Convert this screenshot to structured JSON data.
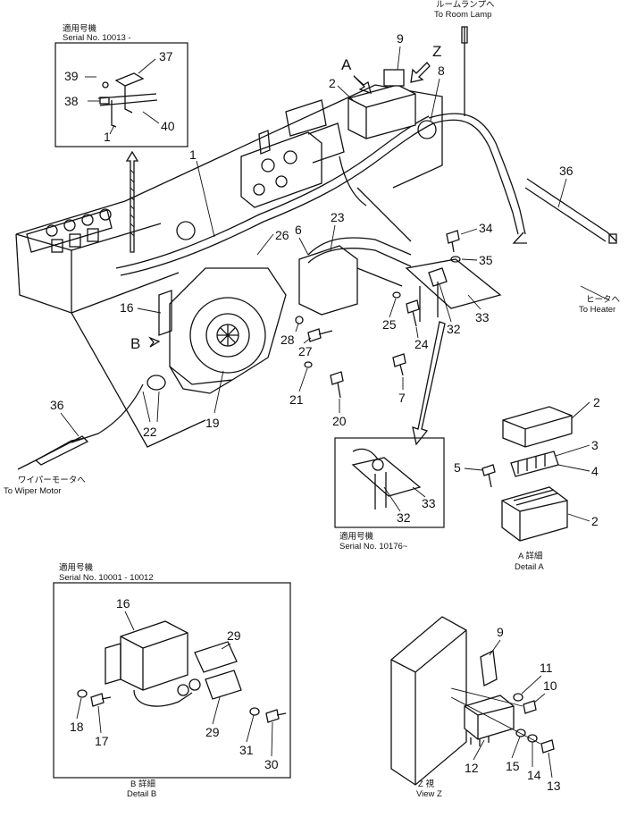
{
  "texts": {
    "serial_10013_jp": "適用号機",
    "serial_10013": "Serial No. 10013 -",
    "room_lamp_jp": "ルームランプへ",
    "room_lamp": "To Room Lamp",
    "heater_jp": "ヒータへ",
    "heater": "To Heater",
    "wiper_jp": "ワイパーモータへ",
    "wiper": "To Wiper Motor",
    "serial_10176_jp": "適用号機",
    "serial_10176": "Serial No. 10176~",
    "detail_a_jp": "A 詳細",
    "detail_a": "Detail A",
    "serial_10001_jp": "適用号機",
    "serial_10001": "Serial No. 10001 - 10012",
    "detail_b_jp": "B 詳細",
    "detail_b": "Detail B",
    "view_z_jp": "Z 視",
    "view_z": "View Z",
    "view_a": "A",
    "view_b": "B",
    "view_z_letter": "Z"
  },
  "callouts": {
    "c1a": "1",
    "c1b": "1",
    "c2a": "2",
    "c2b": "2",
    "c2c": "2",
    "c3": "3",
    "c4": "4",
    "c5": "5",
    "c6": "6",
    "c7": "7",
    "c8": "8",
    "c9a": "9",
    "c9b": "9",
    "c10": "10",
    "c11": "11",
    "c12": "12",
    "c13": "13",
    "c14": "14",
    "c15": "15",
    "c16a": "16",
    "c16b": "16",
    "c17": "17",
    "c18": "18",
    "c19": "19",
    "c20": "20",
    "c21": "21",
    "c22": "22",
    "c23": "23",
    "c24": "24",
    "c25": "25",
    "c26": "26",
    "c27": "27",
    "c28": "28",
    "c29a": "29",
    "c29b": "29",
    "c30": "30",
    "c31": "31",
    "c32a": "32",
    "c32b": "32",
    "c33a": "33",
    "c33b": "33",
    "c34": "34",
    "c35": "35",
    "c36a": "36",
    "c36b": "36",
    "c37": "37",
    "c38": "38",
    "c39": "39",
    "c40": "40"
  }
}
